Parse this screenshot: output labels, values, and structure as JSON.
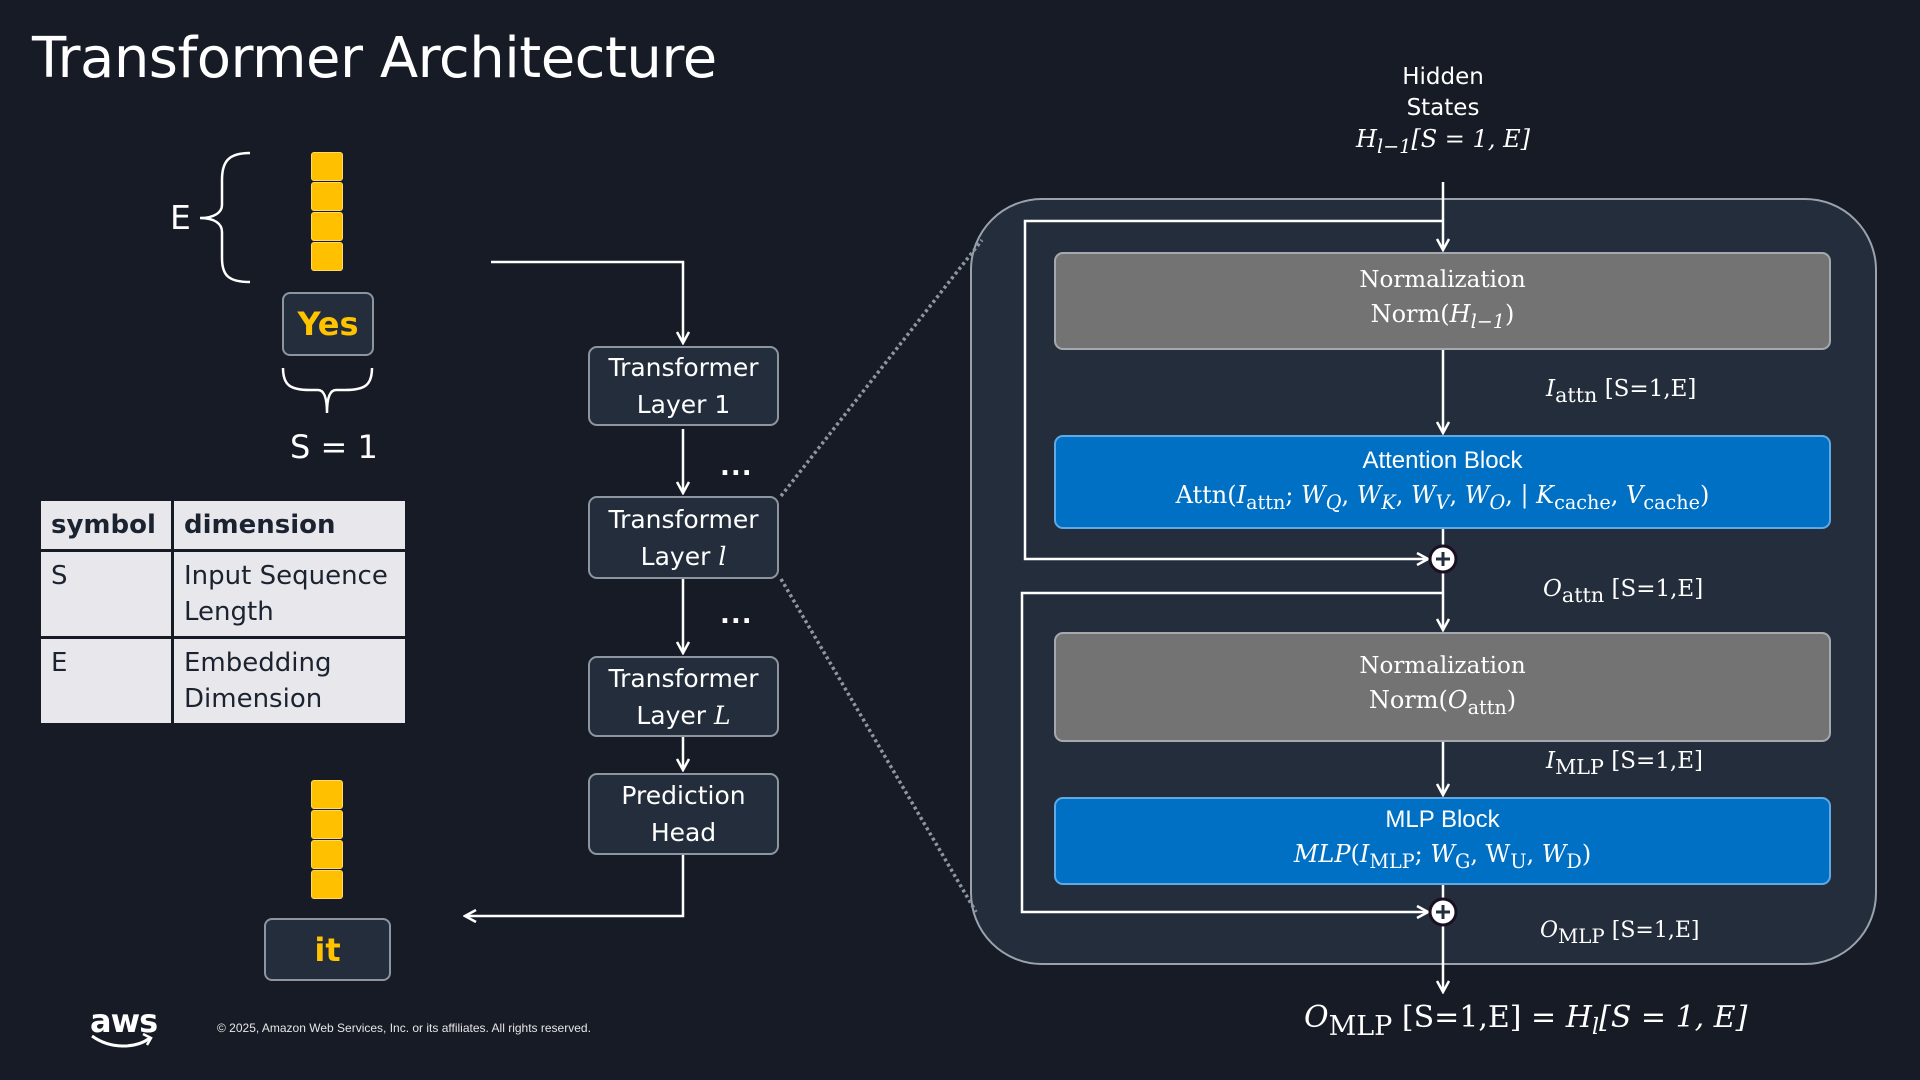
{
  "title": "Transformer Architecture",
  "input": {
    "embedding_label": "E",
    "token": "Yes",
    "sequence_label": "S = 1",
    "vector_cells": 4
  },
  "symbol_table": {
    "headers": [
      "symbol",
      "dimension"
    ],
    "rows": [
      {
        "symbol": "S",
        "dimension": "Input Sequence Length"
      },
      {
        "symbol": "E",
        "dimension": "Embedding Dimension"
      }
    ]
  },
  "pipeline": {
    "layer1": {
      "line1": "Transformer",
      "line2": "Layer ",
      "var": "1"
    },
    "layer_l": {
      "line1": "Transformer",
      "line2": "Layer ",
      "var": "l"
    },
    "layer_L": {
      "line1": "Transformer",
      "line2": "Layer ",
      "var": "L"
    },
    "head": {
      "line1": "Prediction",
      "line2": "Head"
    },
    "ellipsis": "...",
    "output_token": "it"
  },
  "detail": {
    "hidden_states": {
      "line1": "Hidden",
      "line2": "States",
      "formula": "[S = 1, E]",
      "var": "H",
      "sub": "l−1"
    },
    "norm1": {
      "title": "Normalization",
      "formula_prefix": "Norm(",
      "var": "H",
      "sub": "l−1",
      "suffix": ")"
    },
    "i_attn": {
      "var": "I",
      "sub": "attn",
      "dims": " [S=1,E]"
    },
    "attention": {
      "title": "Attention Block",
      "formula": "Attn(I_attn; W_Q, W_K, W_V, W_O, | K_cache, V_cache)"
    },
    "o_attn": {
      "var": "O",
      "sub": "attn",
      "dims": " [S=1,E]"
    },
    "norm2": {
      "title": "Normalization",
      "formula_prefix": "Norm(",
      "var": "O",
      "sub": "attn",
      "suffix": ")"
    },
    "i_mlp": {
      "var": "I",
      "sub": "MLP",
      "dims": " [S=1,E]"
    },
    "mlp": {
      "title": "MLP Block",
      "formula": "MLP(I_MLP; W_G, W_U, W_D)"
    },
    "o_mlp": {
      "var": "O",
      "sub": "MLP",
      "dims": " [S=1,E]"
    },
    "final": {
      "lhs_var": "O",
      "lhs_sub": "MLP",
      "lhs_dims": " [S=1,E] = ",
      "rhs_var": "H",
      "rhs_sub": "l",
      "rhs_dims": "[S = 1, E]"
    }
  },
  "footer": {
    "logo": "aws",
    "copyright": "© 2025, Amazon Web Services, Inc. or its affiliates. All rights reserved."
  },
  "colors": {
    "background": "#161b25",
    "panel": "#232d3b",
    "token_yellow": "#ffc000",
    "norm_gray": "#737373",
    "block_blue": "#0070c4"
  }
}
